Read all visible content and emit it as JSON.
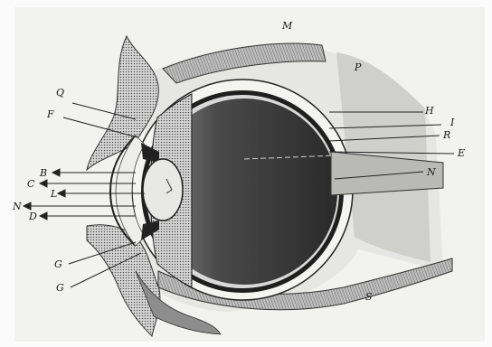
{
  "diagram": {
    "labels": {
      "M": "M",
      "P": "P",
      "Q": "Q",
      "F": "F",
      "H": "H",
      "I": "I",
      "R": "R",
      "E": "E",
      "N_right": "N",
      "B": "B",
      "C": "C",
      "L": "L",
      "N_left": "N",
      "D": "D",
      "G_upper": "G",
      "G_lower": "G",
      "S": "S"
    }
  }
}
